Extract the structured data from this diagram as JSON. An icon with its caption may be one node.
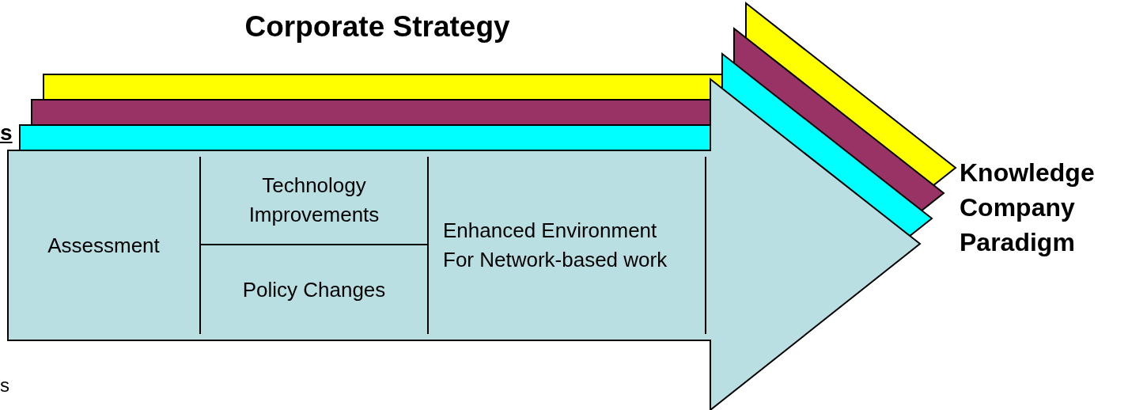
{
  "diagram": {
    "title": "Corporate Strategy",
    "nodes": [
      {
        "text": [],
        "shape": "arrow"
      },
      {
        "text": [
          "Assessment"
        ],
        "in": 0
      },
      {
        "text": [
          "Technology Improvements"
        ],
        "in": 0
      },
      {
        "text": [
          "Policy Changes"
        ],
        "in": 0
      },
      {
        "text": [
          "Enhanced Environment For Network-based work"
        ],
        "in": 0
      }
    ],
    "edges": [],
    "labels": [
      "s",
      "Knowledge Company Paradigm",
      "s"
    ]
  }
}
